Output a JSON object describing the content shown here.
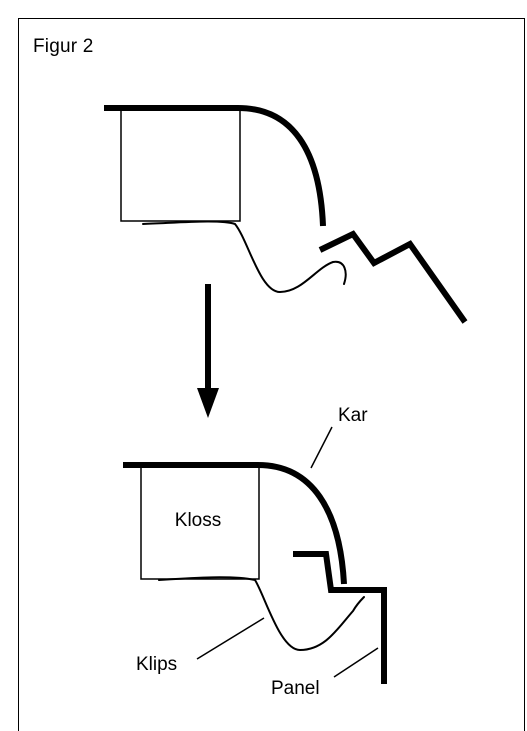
{
  "figure": {
    "title": "Figur 2"
  },
  "labels": {
    "kar": "Kar",
    "kloss": "Kloss",
    "klips": "Klips",
    "panel": "Panel"
  },
  "colors": {
    "line": "#000000",
    "background": "#ffffff"
  }
}
